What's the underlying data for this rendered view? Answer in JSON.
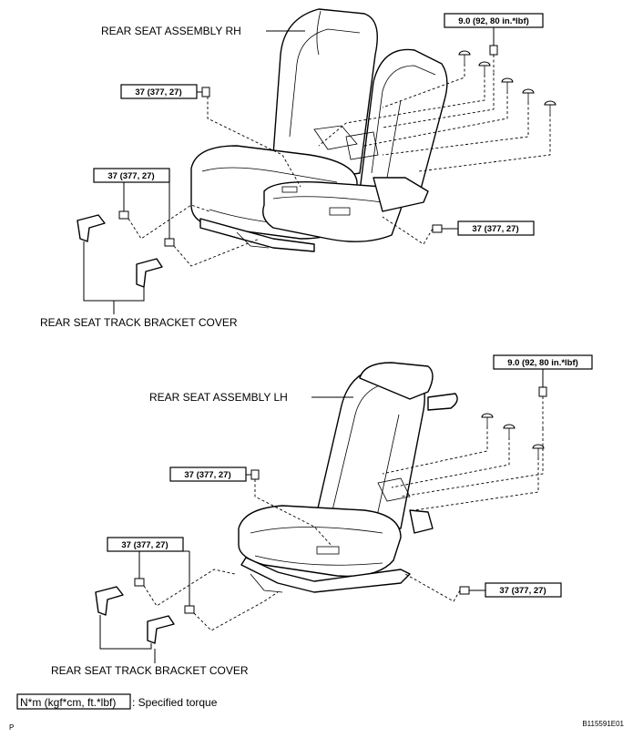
{
  "upper": {
    "assembly_label": "REAR SEAT ASSEMBLY RH",
    "cover_label": "REAR SEAT TRACK BRACKET COVER",
    "torque_top": "9.0 (92, 80 in.*lbf)",
    "torque_left": "37 (377, 27)",
    "torque_cover": "37 (377, 27)",
    "torque_right": "37 (377, 27)"
  },
  "lower": {
    "assembly_label": "REAR SEAT ASSEMBLY LH",
    "cover_label": "REAR SEAT TRACK BRACKET COVER",
    "torque_top": "9.0 (92, 80 in.*lbf)",
    "torque_left": "37 (377, 27)",
    "torque_cover": "37 (377, 27)",
    "torque_right": "37 (377, 27)"
  },
  "legend": {
    "unit_box": "N*m (kgf*cm, ft.*lbf)",
    "text": ": Specified torque"
  },
  "footer": {
    "left_code": "P",
    "figure_id": "B115591E01"
  }
}
